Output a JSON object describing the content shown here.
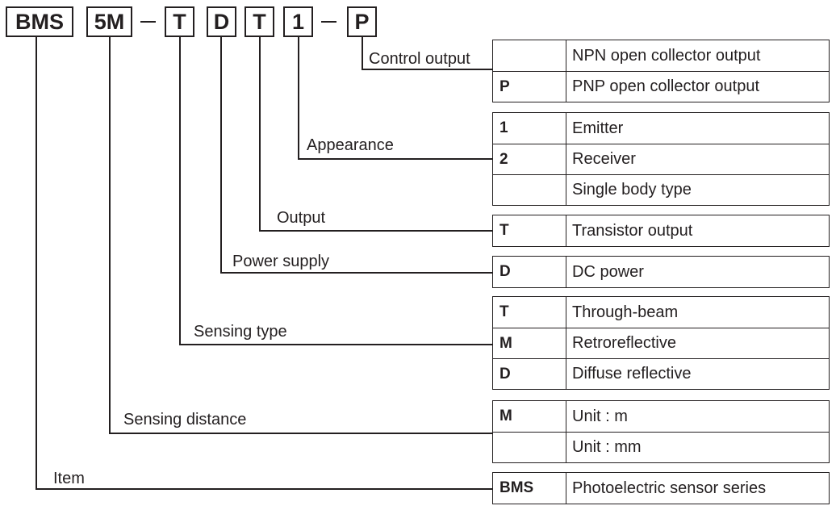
{
  "code": {
    "parts": [
      "BMS",
      "5M",
      "T",
      "D",
      "T",
      "1",
      "P"
    ]
  },
  "sections": {
    "control_output": {
      "label": "Control output",
      "rows": [
        {
          "code": "",
          "desc": "NPN open collector output"
        },
        {
          "code": "P",
          "desc": "PNP open collector output"
        }
      ]
    },
    "appearance": {
      "label": "Appearance",
      "rows": [
        {
          "code": "1",
          "desc": "Emitter"
        },
        {
          "code": "2",
          "desc": "Receiver"
        },
        {
          "code": "",
          "desc": "Single body type"
        }
      ]
    },
    "output": {
      "label": "Output",
      "rows": [
        {
          "code": "T",
          "desc": "Transistor output"
        }
      ]
    },
    "power_supply": {
      "label": "Power supply",
      "rows": [
        {
          "code": "D",
          "desc": "DC power"
        }
      ]
    },
    "sensing_type": {
      "label": "Sensing type",
      "rows": [
        {
          "code": "T",
          "desc": "Through-beam"
        },
        {
          "code": "M",
          "desc": "Retroreflective"
        },
        {
          "code": "D",
          "desc": "Diffuse reflective"
        }
      ]
    },
    "sensing_distance": {
      "label": "Sensing distance",
      "rows": [
        {
          "code": "M",
          "desc": "Unit : m"
        },
        {
          "code": "",
          "desc": "Unit : mm"
        }
      ]
    },
    "item": {
      "label": "Item",
      "rows": [
        {
          "code": "BMS",
          "desc": "Photoelectric sensor series"
        }
      ]
    }
  }
}
